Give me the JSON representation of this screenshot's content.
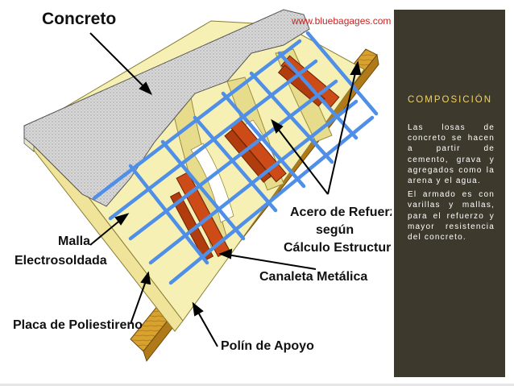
{
  "diagram": {
    "watermark": "www.bluebagages.com",
    "labels": {
      "concreto": "Concreto",
      "acero_line1": "Acero de Refuerzo",
      "acero_line2": "según",
      "acero_line3": "Cálculo Estructural",
      "malla_line1": "Malla",
      "malla_line2": "Electrosoldada",
      "canaleta": "Canaleta Metálica",
      "placa": "Placa de Poliestireno",
      "polin": "Polín de Apoyo"
    },
    "colors": {
      "concrete": "#d6d6d6",
      "foam": "#f6f0b4",
      "beam": "#d39a27",
      "mesh": "#4f8fe8",
      "rebar": "#cc4b16"
    }
  },
  "panel": {
    "title": "COMPOSICIÓN",
    "paragraph1": "Las losas de concreto se hacen a partir de cemento, grava y agregados como la arena y el agua.",
    "paragraph2": "El armado es con varillas y mallas, para el refuerzo y mayor resistencia del concreto.",
    "colors": {
      "background": "#3d3a2d",
      "title": "#f4d35c",
      "text": "#ffffff"
    }
  }
}
